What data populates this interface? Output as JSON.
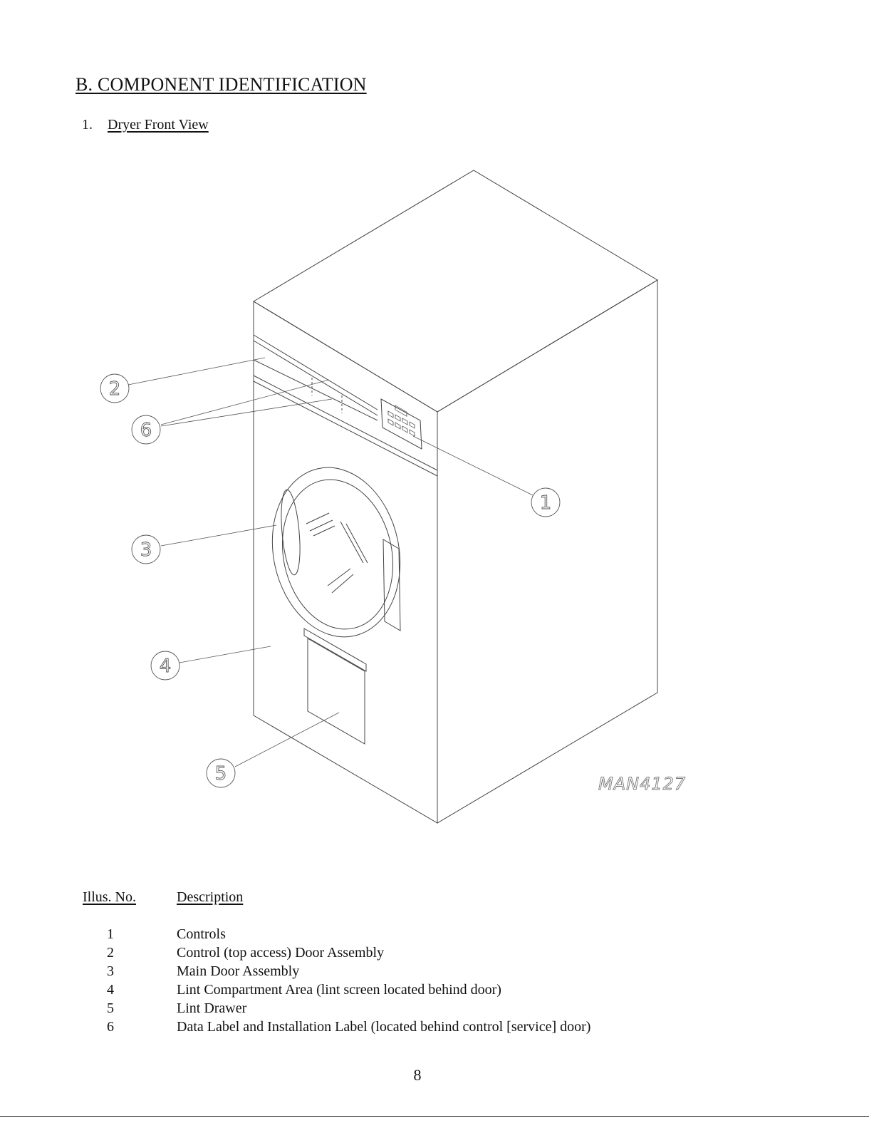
{
  "section": {
    "heading": "B.   COMPONENT IDENTIFICATION"
  },
  "subsection": {
    "number": "1.",
    "title": "Dryer Front View"
  },
  "figure": {
    "callouts": [
      "1",
      "2",
      "3",
      "4",
      "5",
      "6"
    ],
    "drawing_id": "MAN4127"
  },
  "legend": {
    "header_number": "Illus. No.",
    "header_description": "Description",
    "rows": [
      {
        "number": "1",
        "description": "Controls"
      },
      {
        "number": "2",
        "description": "Control (top access) Door Assembly"
      },
      {
        "number": "3",
        "description": "Main Door Assembly"
      },
      {
        "number": "4",
        "description": "Lint Compartment Area (lint screen located behind door)"
      },
      {
        "number": "5",
        "description": "Lint Drawer"
      },
      {
        "number": "6",
        "description": "Data Label and Installation Label (located behind control [service] door)"
      }
    ]
  },
  "page_number": "8"
}
